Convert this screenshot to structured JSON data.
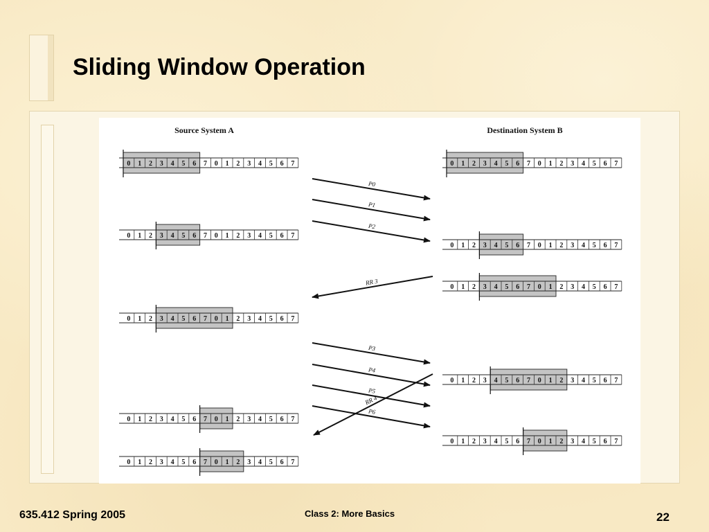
{
  "slide": {
    "title": "Sliding Window Operation",
    "footer_left": "635.412 Spring 2005",
    "footer_center": "Class 2:  More Basics",
    "page_number": "22"
  },
  "diagram": {
    "source_label": "Source System A",
    "dest_label": "Destination System B",
    "sequence": [
      "0",
      "1",
      "2",
      "3",
      "4",
      "5",
      "6",
      "7",
      "0",
      "1",
      "2",
      "3",
      "4",
      "5",
      "6",
      "7"
    ],
    "source_rows": [
      {
        "window_start": 0,
        "window_count": 7
      },
      {
        "window_start": 3,
        "window_count": 4
      },
      {
        "window_start": 3,
        "window_count": 7
      },
      {
        "window_start": 7,
        "window_count": 3
      },
      {
        "window_start": 7,
        "window_count": 4
      }
    ],
    "dest_rows": [
      {
        "window_start": 0,
        "window_count": 7
      },
      {
        "window_start": 3,
        "window_count": 4
      },
      {
        "window_start": 3,
        "window_count": 7
      },
      {
        "window_start": 4,
        "window_count": 7
      },
      {
        "window_start": 7,
        "window_count": 4
      }
    ],
    "frames": [
      {
        "label": "P0",
        "direction": "to-dest"
      },
      {
        "label": "P1",
        "direction": "to-dest"
      },
      {
        "label": "P2",
        "direction": "to-dest"
      },
      {
        "label": "RR 3",
        "direction": "to-source"
      },
      {
        "label": "P3",
        "direction": "to-dest"
      },
      {
        "label": "P4",
        "direction": "to-dest"
      },
      {
        "label": "P5",
        "direction": "to-dest"
      },
      {
        "label": "P6",
        "direction": "to-dest"
      },
      {
        "label": "RR 4",
        "direction": "to-source"
      }
    ]
  }
}
